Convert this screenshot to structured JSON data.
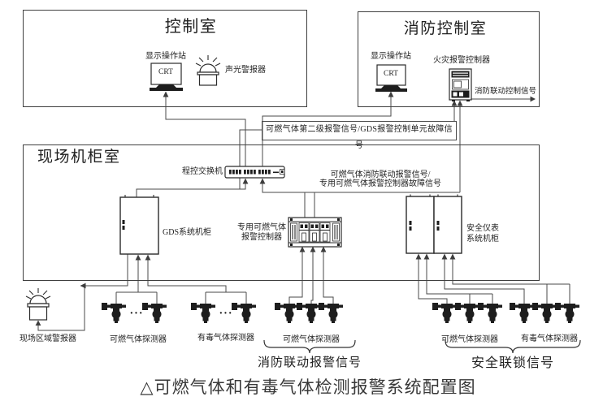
{
  "rooms": {
    "control": "控制室",
    "fire": "消防控制室",
    "field": "现场机柜室"
  },
  "labels": {
    "operator_station_left": "显示操作站",
    "crt_left": "CRT",
    "sound_light_alarm": "声光警报器",
    "operator_station_right": "显示操作站",
    "crt_right": "CRT",
    "fire_alarm_controller": "火灾报警控制器",
    "network_switch": "程控交换机",
    "gds_cabinet": "GDS系统机柜",
    "dedicated_controller": "专用可燃气体\n报警控制器",
    "safety_cabinet": "安全仪表\n系统机柜",
    "field_area_alarm": "现场区域警报器"
  },
  "signals": {
    "fire_linkage_control": "消防联动控制信号",
    "second_level_alarm": "可燃气体第二级报警信号/GDS报警控制单元故障信号",
    "fire_linkage_alarm_fault": "可燃气体消防联动报警信号/\n专用可燃气体报警控制器故障信号",
    "fire_linkage_alarm": "消防联动报警信号",
    "safety_interlock": "安全联锁信号"
  },
  "detectors": {
    "flammable_left": "可燃气体探测器",
    "toxic_left": "有毒气体探测器",
    "flammable_middle": "可燃气体探测器",
    "flammable_right": "可燃气体探测器",
    "toxic_right": "有毒气体探测器",
    "ellipsis": "···"
  },
  "caption": "△可燃气体和有毒气体检测报警系统配置图"
}
